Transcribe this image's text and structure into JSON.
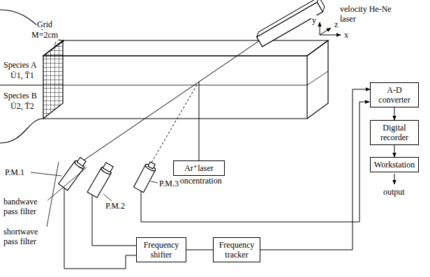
{
  "diagram": {
    "nodes": [
      {
        "text": [
          "A-D converter"
        ]
      },
      {
        "text": [
          "Digital recorder"
        ]
      },
      {
        "text": [
          "Workstation"
        ]
      },
      {
        "text": [
          "Ar⁺laser",
          "concentration"
        ]
      },
      {
        "text": [
          "Frequency shifter"
        ]
      },
      {
        "text": [
          "Frequency tracker"
        ]
      }
    ],
    "edges": [
      {
        "from": 0,
        "to": 1,
        "arrow": "to"
      },
      {
        "from": 1,
        "to": 2,
        "arrow": "to"
      },
      {
        "from": 4,
        "to": 5,
        "arrow": "none"
      },
      {
        "from": 5,
        "to": 0,
        "arrow": "to"
      }
    ],
    "labels": [
      "velocity He-Ne laser",
      "Grid",
      "M=2cm",
      "Species A",
      "Ū1, T̄1",
      "Species B",
      "Ū2, T̄2",
      "y",
      "z",
      "x",
      "P.M.1",
      "P.M.2",
      "P.M.3",
      "bandwave pass filter",
      "shortwave pass filter",
      "output"
    ]
  }
}
